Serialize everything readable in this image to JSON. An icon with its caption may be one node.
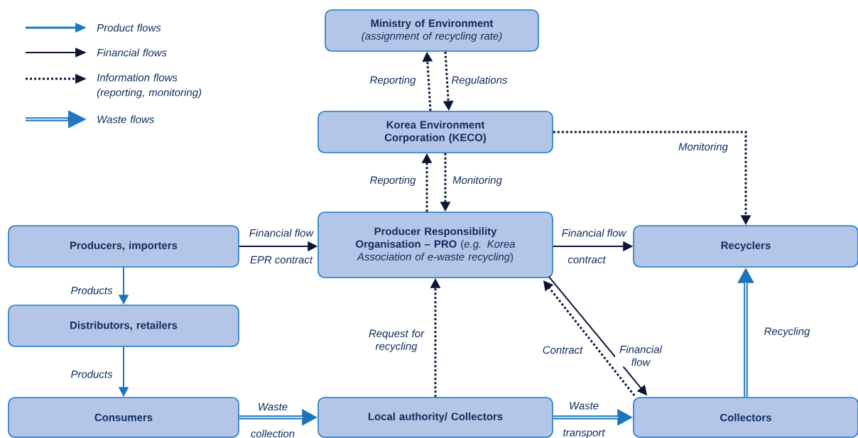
{
  "diagram": {
    "nodes": [
      {
        "text": [
          "Ministry of Environment",
          "(assignment of recycling rate)"
        ]
      },
      {
        "text": [
          "Korea Environment Corporation (KECO)"
        ]
      },
      {
        "text": [
          "Producers, importers"
        ]
      },
      {
        "text": [
          "**Producer Responsibility Organisation – PRO** (*e.g. Korea Association of e-waste recycling*)"
        ]
      },
      {
        "text": [
          "Recyclers"
        ]
      },
      {
        "text": [
          "Distributors, retailers"
        ]
      },
      {
        "text": [
          "Consumers"
        ]
      },
      {
        "text": [
          "Local authority/ Collectors"
        ]
      },
      {
        "text": [
          "Collectors"
        ]
      }
    ],
    "edges": [
      {
        "from": 1,
        "to": 0,
        "arrow": "to",
        "label": "Reporting",
        "style": "dashed"
      },
      {
        "from": 0,
        "to": 1,
        "arrow": "to",
        "label": "Regulations",
        "style": "dashed"
      },
      {
        "from": 3,
        "to": 1,
        "arrow": "to",
        "label": "Reporting",
        "style": "dashed"
      },
      {
        "from": 1,
        "to": 3,
        "arrow": "to",
        "label": "Monitoring",
        "style": "dashed"
      },
      {
        "from": 1,
        "to": 4,
        "arrow": "to",
        "label": "Monitoring",
        "style": "dashed"
      },
      {
        "from": 2,
        "to": 3,
        "arrow": "to",
        "label": "Financial flow"
      },
      {
        "from": 3,
        "to": 4,
        "arrow": "to",
        "label": "Financial flow"
      },
      {
        "from": 3,
        "to": 8,
        "arrow": "to",
        "label": "Financial flow"
      },
      {
        "from": 8,
        "to": 3,
        "arrow": "to",
        "label": "Contract",
        "style": "dashed"
      },
      {
        "from": 7,
        "to": 3,
        "arrow": "to",
        "label": "Request for recycling",
        "style": "dashed"
      },
      {
        "from": 2,
        "to": 5,
        "arrow": "to",
        "label": "Products",
        "color": "#1b75bc"
      },
      {
        "from": 5,
        "to": 6,
        "arrow": "to",
        "label": "Products",
        "color": "#1b75bc"
      },
      {
        "from": 6,
        "to": 7,
        "arrow": "to",
        "label": "Waste collection",
        "style": "thick",
        "color": "#1b75bc"
      },
      {
        "from": 7,
        "to": 8,
        "arrow": "to",
        "label": "Waste transport",
        "style": "thick",
        "color": "#1b75bc"
      },
      {
        "from": 8,
        "to": 4,
        "arrow": "to",
        "label": "Recycling",
        "style": "thick",
        "color": "#1b75bc"
      }
    ],
    "labels": [
      "EPR contract",
      "contract"
    ],
    "legend": [
      {
        "text": "Product flows"
      },
      {
        "text": "Financial flows"
      },
      {
        "text": "Information flows (reporting, monitoring)"
      },
      {
        "text": "Waste flows"
      }
    ]
  }
}
